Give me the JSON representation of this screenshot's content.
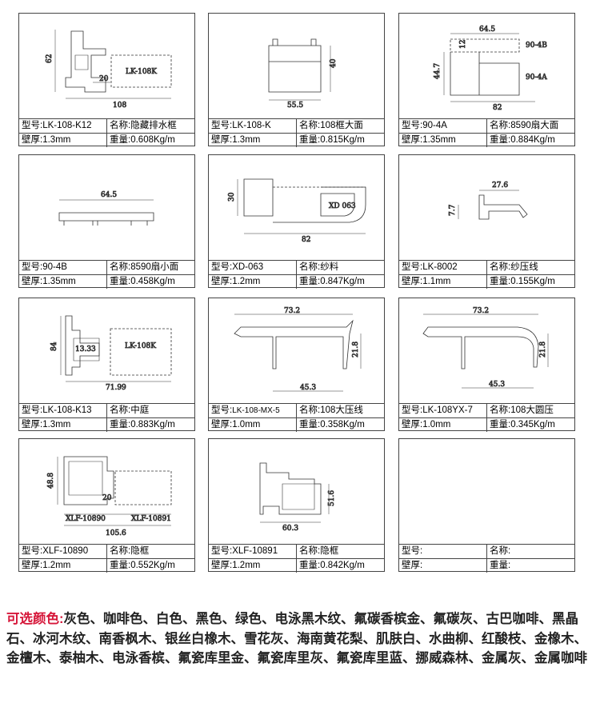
{
  "labels": {
    "model": "型号",
    "name": "名称",
    "wall": "壁厚",
    "weight": "重量"
  },
  "profiles": [
    {
      "model": "LK-108-K12",
      "name": "隐藏排水框",
      "wall": "1.3mm",
      "weight": "0.608Kg/m",
      "dims": [
        "62",
        "20",
        "108"
      ],
      "tag": "LK-108K"
    },
    {
      "model": "LK-108-K",
      "name": "108框大面",
      "wall": "1.3mm",
      "weight": "0.815Kg/m",
      "dims": [
        "40",
        "55.5"
      ]
    },
    {
      "model": "90-4A",
      "name": "8590扇大面",
      "wall": "1.35mm",
      "weight": "0.884Kg/m",
      "dims": [
        "64.5",
        "44.7",
        "12",
        "82"
      ],
      "tags": [
        "90-4B",
        "90-4A"
      ]
    },
    {
      "model": "90-4B",
      "name": "8590扇小面",
      "wall": "1.35mm",
      "weight": "0.458Kg/m",
      "dims": [
        "64.5"
      ]
    },
    {
      "model": "XD-063",
      "name": "纱料",
      "wall": "1.2mm",
      "weight": "0.847Kg/m",
      "dims": [
        "30",
        "82"
      ],
      "tag": "XD 063"
    },
    {
      "model": "LK-8002",
      "name": "纱压线",
      "wall": "1.1mm",
      "weight": "0.155Kg/m",
      "dims": [
        "27.6",
        "7.7"
      ]
    },
    {
      "model": "LK-108-K13",
      "name": "中庭",
      "wall": "1.3mm",
      "weight": "0.883Kg/m",
      "dims": [
        "84",
        "13.33",
        "71.99"
      ],
      "tag": "LK-108K"
    },
    {
      "model": "LK-108-MX-5",
      "name": "108大压线",
      "wall": "1.0mm",
      "weight": "0.358Kg/m",
      "dims": [
        "73.2",
        "21.8",
        "45.3"
      ]
    },
    {
      "model": "LK-108YX-7",
      "name": "108大圆压",
      "wall": "1.0mm",
      "weight": "0.345Kg/m",
      "dims": [
        "73.2",
        "21.8",
        "45.3"
      ]
    },
    {
      "model": "XLF-10890",
      "name": "隐框",
      "wall": "1.2mm",
      "weight": "0.552Kg/m",
      "dims": [
        "48.8",
        "105.6",
        "20"
      ],
      "tags": [
        "XLF-10890",
        "XLF-10891"
      ]
    },
    {
      "model": "XLF-10891",
      "name": "隐框",
      "wall": "1.2mm",
      "weight": "0.842Kg/m",
      "dims": [
        "51.6",
        "60.3"
      ]
    },
    {
      "model": "",
      "name": "",
      "wall": "",
      "weight": ""
    }
  ],
  "colors": {
    "label": "可选颜色:",
    "text": "灰色、咖啡色、白色、黑色、绿色、电泳黑木纹、氟碳香槟金、氟碳灰、古巴咖啡、黑晶石、冰河木纹、南香枫木、银丝白橡木、雪花灰、海南黄花梨、肌肤白、水曲柳、红酸枝、金橡木、金檀木、泰柚木、电泳香槟、氟瓷库里金、氟瓷库里灰、氟瓷库里蓝、挪威森林、金属灰、金属咖啡",
    "accent": "#d6173a"
  }
}
